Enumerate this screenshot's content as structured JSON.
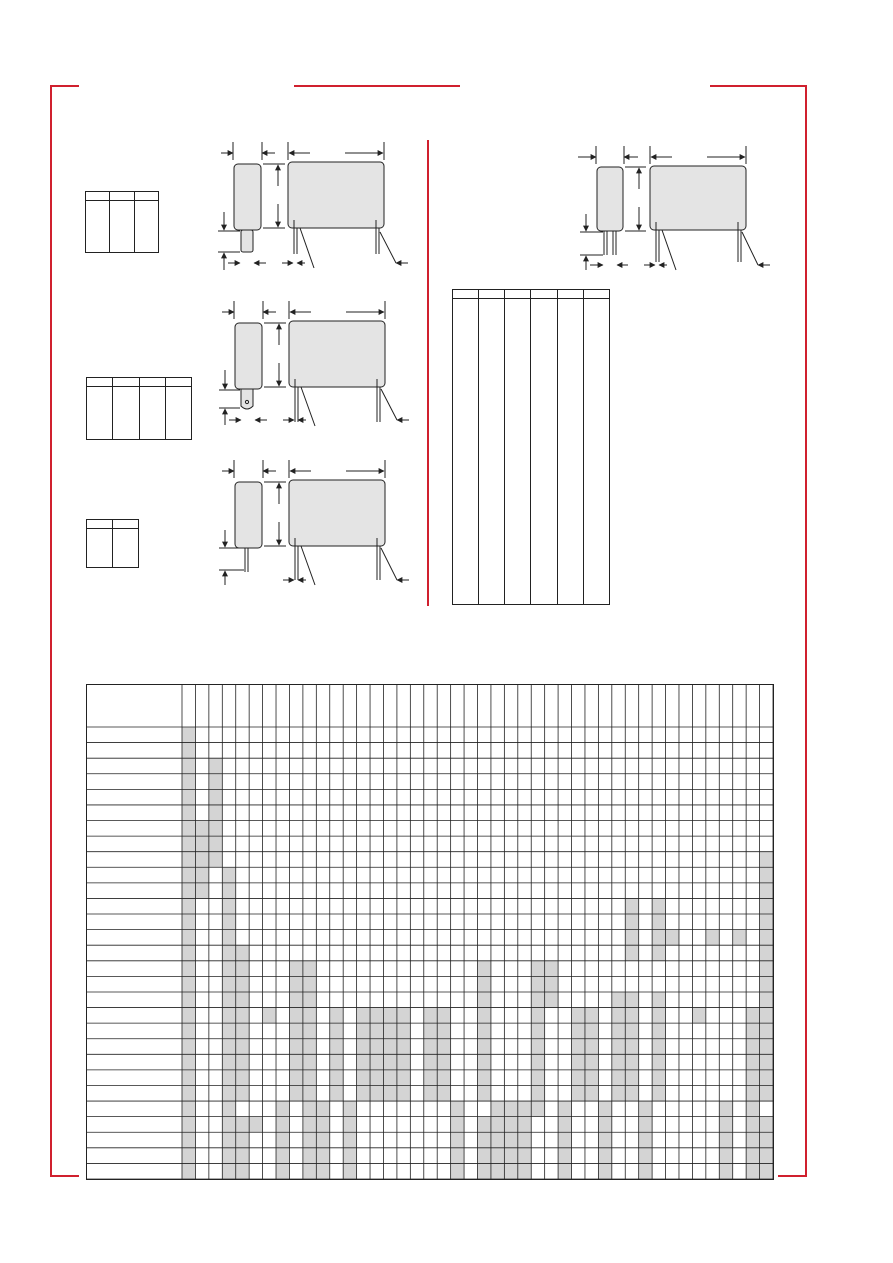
{
  "colors": {
    "frame": "#d0202e",
    "line": "#222222",
    "body_fill": "#e4e4e4",
    "shaded_cell": "#d4d4d4"
  },
  "small_tables": [
    {
      "id": "t1",
      "cols": 3,
      "rows_visible": 1
    },
    {
      "id": "t2",
      "cols": 4,
      "rows_visible": 1
    },
    {
      "id": "t3",
      "cols": 2,
      "rows_visible": 1
    },
    {
      "id": "t4",
      "cols": 6,
      "rows_visible": 1
    }
  ],
  "matrix": {
    "label_col": true,
    "n_cols": 44,
    "n_rows": 29,
    "shaded": [
      [
        0
      ],
      [
        0
      ],
      [
        0,
        2
      ],
      [
        0,
        2
      ],
      [
        0,
        2
      ],
      [
        0,
        2
      ],
      [
        0,
        1,
        2
      ],
      [
        0,
        1,
        2
      ],
      [
        0,
        1,
        2,
        43
      ],
      [
        0,
        1,
        3,
        43
      ],
      [
        0,
        1,
        3,
        43
      ],
      [
        0,
        3,
        33,
        35,
        43
      ],
      [
        0,
        3,
        33,
        35,
        43
      ],
      [
        0,
        3,
        33,
        35,
        36,
        39,
        41,
        43
      ],
      [
        0,
        3,
        4,
        33,
        35,
        43
      ],
      [
        0,
        3,
        4,
        8,
        9,
        22,
        26,
        27,
        43
      ],
      [
        0,
        3,
        4,
        8,
        9,
        22,
        26,
        27,
        43
      ],
      [
        0,
        3,
        4,
        8,
        9,
        22,
        26,
        27,
        32,
        33,
        35,
        43
      ],
      [
        0,
        3,
        4,
        6,
        8,
        9,
        11,
        13,
        14,
        15,
        16,
        18,
        19,
        22,
        26,
        29,
        30,
        32,
        33,
        35,
        38,
        42,
        43
      ],
      [
        0,
        3,
        4,
        8,
        9,
        11,
        13,
        14,
        15,
        16,
        18,
        19,
        22,
        26,
        29,
        30,
        32,
        33,
        35,
        42,
        43
      ],
      [
        0,
        3,
        4,
        8,
        9,
        11,
        13,
        14,
        15,
        16,
        18,
        19,
        22,
        26,
        29,
        30,
        32,
        33,
        35,
        42,
        43
      ],
      [
        0,
        3,
        4,
        8,
        9,
        11,
        13,
        14,
        15,
        16,
        18,
        19,
        22,
        26,
        29,
        30,
        32,
        33,
        35,
        42,
        43
      ],
      [
        0,
        3,
        4,
        8,
        9,
        11,
        13,
        14,
        15,
        16,
        18,
        19,
        22,
        26,
        29,
        30,
        32,
        33,
        35,
        42,
        43
      ],
      [
        0,
        3,
        4,
        8,
        9,
        11,
        13,
        14,
        15,
        16,
        18,
        19,
        22,
        26,
        29,
        30,
        32,
        33,
        35,
        42,
        43
      ],
      [
        0,
        3,
        7,
        9,
        10,
        12,
        20,
        23,
        24,
        25,
        26,
        28,
        31,
        34,
        40,
        42
      ],
      [
        0,
        3,
        4,
        5,
        7,
        9,
        10,
        12,
        20,
        22,
        23,
        24,
        25,
        28,
        31,
        34,
        40,
        42,
        43
      ],
      [
        0,
        3,
        4,
        7,
        9,
        10,
        12,
        20,
        22,
        23,
        24,
        25,
        28,
        31,
        34,
        40,
        42,
        43
      ],
      [
        0,
        3,
        4,
        7,
        9,
        10,
        12,
        20,
        22,
        23,
        24,
        25,
        28,
        31,
        34,
        40,
        42,
        43
      ],
      [
        0,
        3,
        4,
        7,
        9,
        10,
        12,
        20,
        22,
        23,
        24,
        25,
        28,
        31,
        34,
        40,
        42,
        43
      ]
    ]
  }
}
